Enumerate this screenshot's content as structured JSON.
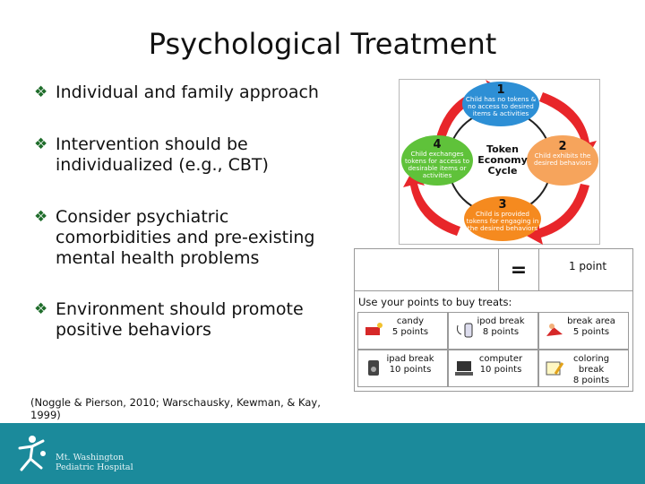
{
  "slide": {
    "title": "Psychological Treatment",
    "bullets": [
      "Individual and family approach",
      "Intervention should be individualized (e.g., CBT)",
      "Consider psychiatric comorbidities and pre-existing mental health problems",
      "Environment should promote positive behaviors"
    ],
    "citation": "(Noggle & Pierson, 2010; Warschausky, Kewman, & Kay, 1999)"
  },
  "cycle": {
    "center": "Token Economy Cycle",
    "steps": [
      {
        "num": "1",
        "text": "Child has no tokens & no access to desired items & activities"
      },
      {
        "num": "2",
        "text": "Child exhibits the desired behaviors"
      },
      {
        "num": "3",
        "text": "Child is provided tokens for engaging in the desired behaviors"
      },
      {
        "num": "4",
        "text": "Child exchanges tokens for access to desirable items or activities"
      }
    ],
    "colors": {
      "step1": "#2d8fd5",
      "step2": "#f6a45c",
      "step3": "#f58a1f",
      "step4": "#5fc23a",
      "arrows": "#e8262a"
    }
  },
  "tokens": {
    "equals": "=",
    "one_point": "1 point",
    "heading": "Use your points to buy treats:",
    "treats": [
      {
        "name": "candy",
        "points": "5 points"
      },
      {
        "name": "ipod break",
        "points": "8 points"
      },
      {
        "name": "break area",
        "points": "5 points"
      },
      {
        "name": "ipad break",
        "points": "10 points"
      },
      {
        "name": "computer",
        "points": "10 points"
      },
      {
        "name": "coloring break",
        "points": "8 points"
      }
    ]
  },
  "footer": {
    "org_line1": "Mt. Washington",
    "org_line2": "Pediatric Hospital",
    "color": "#1b8a9b"
  }
}
